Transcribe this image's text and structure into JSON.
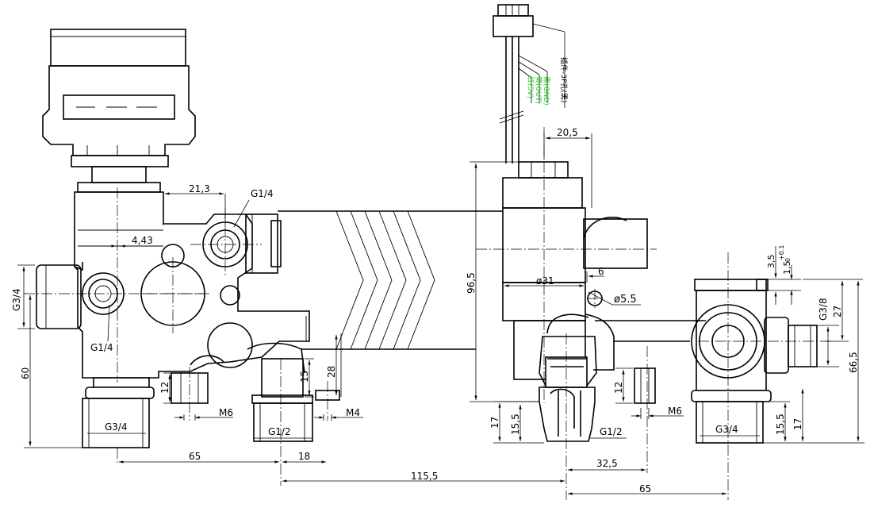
{
  "drawing": {
    "left_view": {
      "threads": {
        "top_port": "G1/4",
        "side_port": "G1/4",
        "bottom_port": "G3/4",
        "left_port": "G3/4",
        "lower_port": "G1/2",
        "mount_screw_1": "M6",
        "mount_screw_2": "M4"
      },
      "dimensions": {
        "d_21_3": "21,3",
        "d_4_43": "4,43",
        "d_60": "60",
        "d_12": "12",
        "d_15": "15",
        "d_28": "28",
        "d_65": "65",
        "d_18": "18"
      }
    },
    "right_view": {
      "threads": {
        "bottom_port": "G1/2",
        "outlet_port": "G3/4",
        "side_port": "G3/8",
        "mount_screw": "M6"
      },
      "dimensions": {
        "d_20_5": "20,5",
        "d_96_5": "96,5",
        "d_dia31": "ø31",
        "d_6": "6",
        "d_dia5_5": "ø5.5",
        "d_17_a": "17",
        "d_15_5_a": "15,5",
        "d_12": "12",
        "d_3_5": "3,5",
        "d_1_5": "1,5",
        "d_tol": "+0.1",
        "d_tol_zero": "0",
        "d_27": "27",
        "d_66_5": "66,5",
        "d_15_5_b": "15,5",
        "d_17_b": "17",
        "d_32_5": "32,5",
        "d_65": "65",
        "d_115_5": "115,5"
      },
      "wire_callouts": {
        "main": "插件-3P孔(黑)",
        "wire_1": "黑(GND)",
        "wire_2": "黄(OUT)",
        "wire_3": "红(5V)"
      }
    },
    "colors": {
      "line": "#000000",
      "wire_label": "#22cc22"
    }
  }
}
